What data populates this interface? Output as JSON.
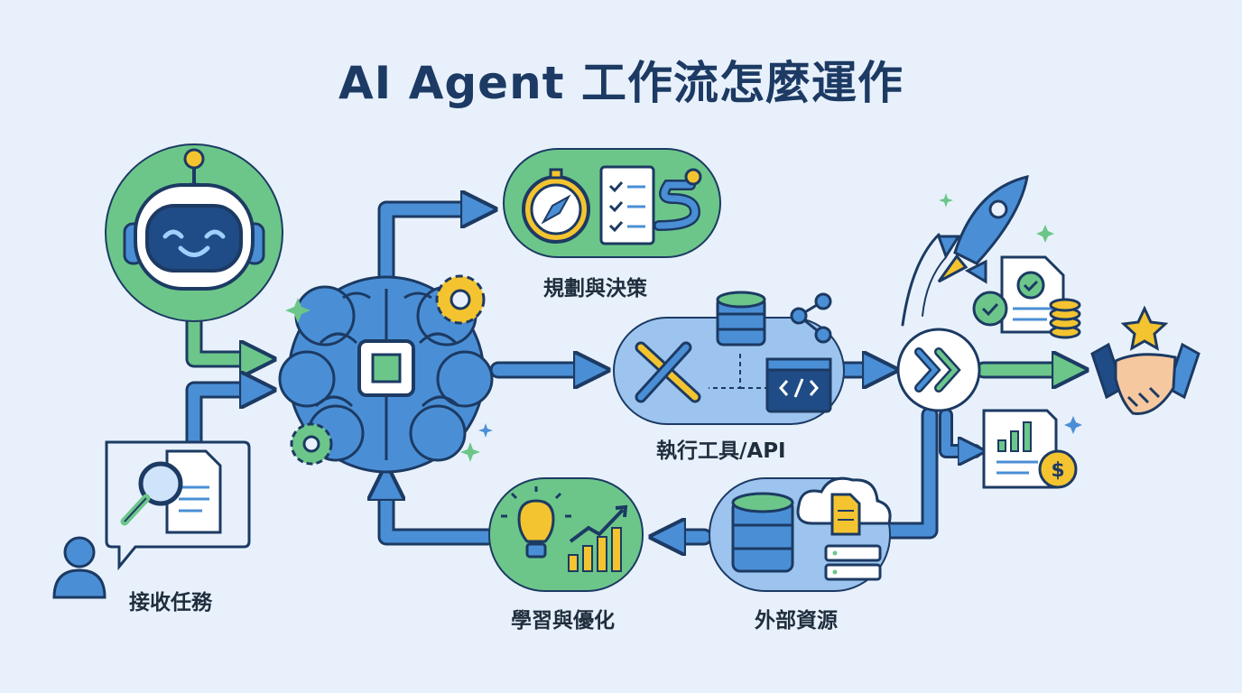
{
  "title": "AI Agent 工作流怎麼運作",
  "steps": {
    "receive": "接收任務",
    "plan": "規劃與決策",
    "execute": "執行工具/API",
    "external": "外部資源",
    "learn": "學習與優化"
  },
  "colors": {
    "background": "#e8f1fb",
    "navy": "#1c3a63",
    "blue": "#4a8fd6",
    "green": "#6cc68a",
    "yellow": "#f4c430"
  }
}
